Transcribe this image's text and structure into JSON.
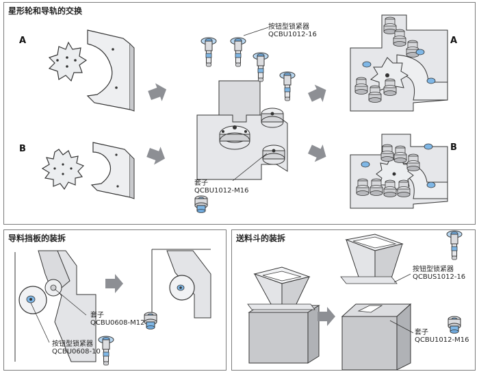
{
  "panels": {
    "top": {
      "title": "星形轮和导轨的交换"
    },
    "bottom_left": {
      "title": "导料挡板的装拆"
    },
    "bottom_right": {
      "title": "送料斗的装拆"
    }
  },
  "variants": {
    "a": "A",
    "b": "B"
  },
  "callouts": {
    "top_clamp": {
      "name": "按钮型锁紧器",
      "code": "QCBU1012-16"
    },
    "top_sleeve": {
      "name": "套子",
      "code": "QCBU1012-M16"
    },
    "bl_sleeve": {
      "name": "套子",
      "code": "QCBU0608-M12"
    },
    "bl_clamp": {
      "name": "按钮型锁紧器",
      "code": "QCBU0608-10"
    },
    "br_clamp": {
      "name": "按钮型锁紧器",
      "code": "QCBUS1012-16"
    },
    "br_sleeve": {
      "name": "套子",
      "code": "QCBU1012-M16"
    }
  },
  "colors": {
    "metal": "#dcdde0",
    "metal_dark": "#a9abb0",
    "blue": "#7fb7e6",
    "arrow": "#8d8f94",
    "line": "#333333"
  }
}
